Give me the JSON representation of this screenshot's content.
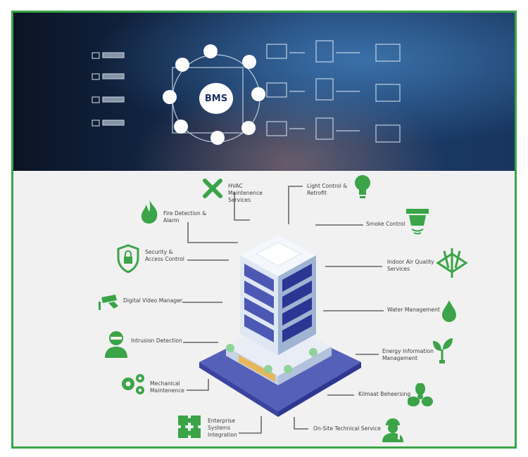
{
  "hero": {
    "center_label": "BMS"
  },
  "services": [
    {
      "label": "HVAC\nMaintenence\nServices",
      "icon": "wrench-screwdriver-icon"
    },
    {
      "label": "Light Control &\nRetrofit",
      "icon": "lightbulb-icon"
    },
    {
      "label": "Fire Detection &\nAlarm",
      "icon": "flame-icon"
    },
    {
      "label": "Smoke Control",
      "icon": "smoke-detector-icon"
    },
    {
      "label": "Security &\nAccess Control",
      "icon": "shield-lock-icon"
    },
    {
      "label": "Indoor Air Quality\nServices",
      "icon": "air-flow-icon"
    },
    {
      "label": "Digital Video Manager",
      "icon": "cctv-camera-icon"
    },
    {
      "label": "Water Management",
      "icon": "water-drop-icon"
    },
    {
      "label": "Intrusion Detection",
      "icon": "masked-person-icon"
    },
    {
      "label": "Energy Information\nManagement",
      "icon": "plant-plug-icon"
    },
    {
      "label": "Mechanical\nMaintenence",
      "icon": "gears-icon"
    },
    {
      "label": "Kilmaat Beheersing",
      "icon": "fan-icon"
    },
    {
      "label": "Enterprise\nSystems\nIntegration",
      "icon": "puzzle-icon"
    },
    {
      "label": "On-Site Technical Service",
      "icon": "technician-icon"
    }
  ],
  "colors": {
    "accent": "#3aa447",
    "building": "#4a56b0",
    "line": "#444444"
  }
}
